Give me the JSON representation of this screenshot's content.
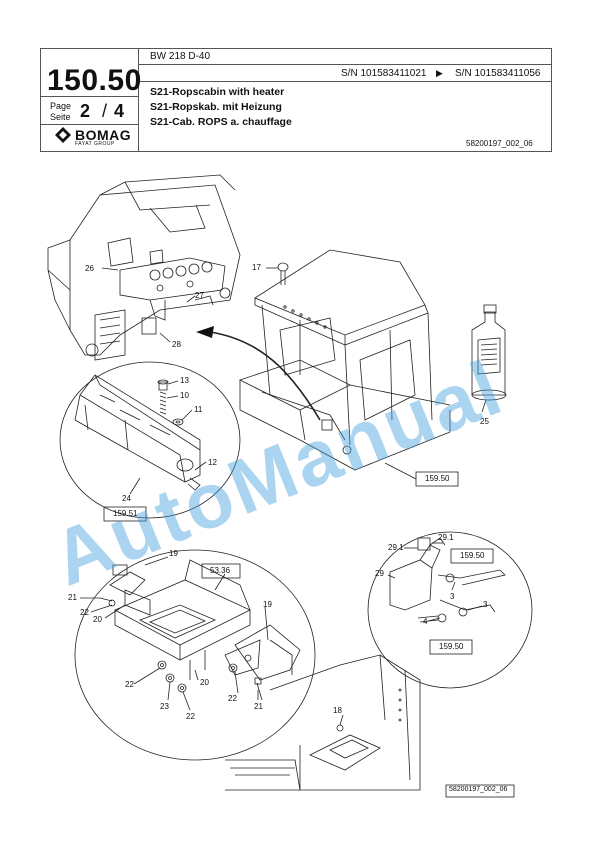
{
  "header": {
    "page_code": "150.50",
    "model": "BW 218 D-40",
    "page_label_1": "Page",
    "page_label_2": "Seite",
    "page_current": "2",
    "page_sep": "/",
    "page_total": "4",
    "sn_from": "S/N 101583411021",
    "sn_arrow": "▶",
    "sn_to": "S/N 101583411056",
    "title_en": "S21-Ropscabin with heater",
    "title_de": "S21-Ropskab. mit Heizung",
    "title_fr": "S21-Cab. ROPS a. chauffage",
    "doc_ref": "58200197_002_06",
    "brand": "BOMAG",
    "brand_sub": "FAYAT GROUP"
  },
  "drawing": {
    "callouts": {
      "c26": "26",
      "c27": "27",
      "c28": "28",
      "c17": "17",
      "c25": "25",
      "c13": "13",
      "c10": "10",
      "c11": "11",
      "c12": "12",
      "c24": "24",
      "c19a": "19",
      "c21a": "21",
      "c22a": "22",
      "c20a": "20",
      "c22b": "22",
      "c23": "23",
      "c22c": "22",
      "c20b": "20",
      "c19b": "19",
      "c22d": "22",
      "c21b": "21",
      "c18": "18",
      "c29_1a": "29.1",
      "c29_1b": "29.1",
      "c29": "29",
      "c3a": "3",
      "c3b": "3",
      "c4": "4"
    },
    "refboxes": {
      "r15950a": "159.50",
      "r15951": "159.51",
      "r5336": "53.36",
      "r15950b": "159.50",
      "r15950c": "159.50"
    },
    "drawing_ref": "58200197_002_06"
  },
  "watermark": "AutoManual"
}
